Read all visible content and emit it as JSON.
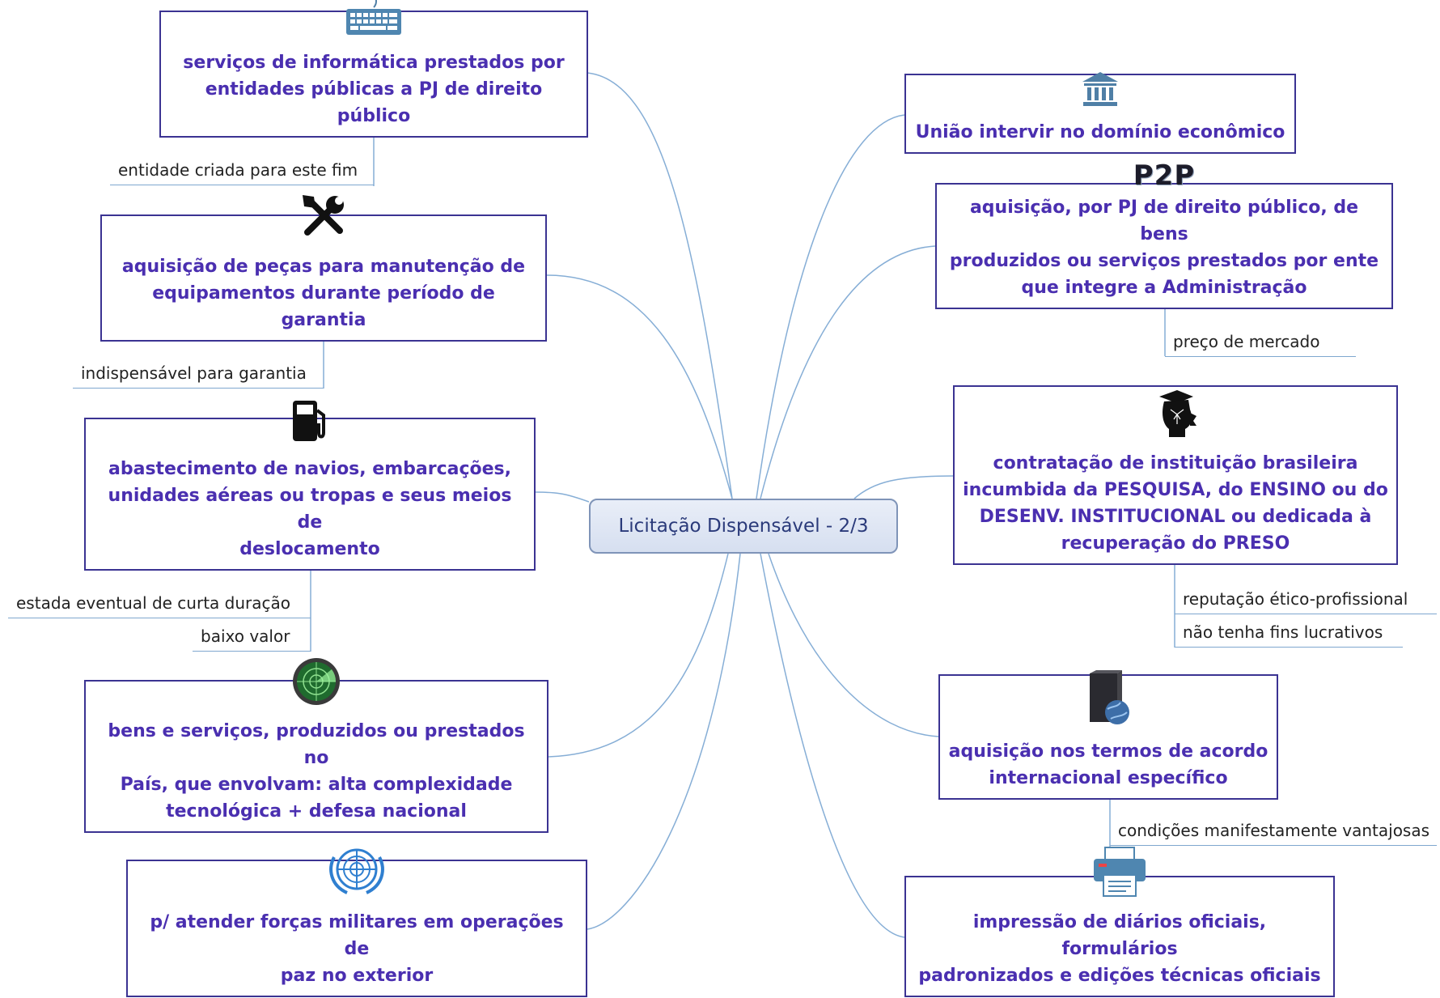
{
  "central": {
    "label": "Licitação Dispensável - 2/3"
  },
  "topics": {
    "informatica": {
      "icon": "keyboard-icon",
      "label": "serviços de informática prestados por\nentidades públicas a PJ de direito público",
      "subs": [
        "entidade criada para este fim"
      ]
    },
    "pecas": {
      "icon": "tools-icon",
      "label": "aquisição de peças para manutenção de\nequipamentos durante período de garantia",
      "subs": [
        "indispensável para garantia"
      ]
    },
    "abastecimento": {
      "icon": "fuel-pump-icon",
      "label": "abastecimento de navios, embarcações,\nunidades aéreas ou tropas e seus meios de\ndeslocamento",
      "subs": [
        "estada eventual de curta duração",
        "baixo valor"
      ]
    },
    "defesa": {
      "icon": "radar-icon",
      "label": "bens e serviços, produzidos ou prestados no\nPaís, que envolvam: alta complexidade\ntecnológica + defesa nacional",
      "subs": []
    },
    "paz": {
      "icon": "un-emblem-icon",
      "label": "p/ atender forças militares em operações de\npaz no exterior",
      "subs": []
    },
    "uniao": {
      "icon": "bank-icon",
      "label": "União intervir no domínio econômico",
      "subs": []
    },
    "p2p": {
      "icon": "p2p-icon",
      "icon_text": "P2P",
      "label": "aquisição, por PJ de direito público, de bens\nproduzidos ou serviços prestados por ente\nque integre a Administração",
      "subs": [
        "preço de mercado"
      ]
    },
    "pesquisa": {
      "icon": "graduate-head-icon",
      "label": "contratação de instituição brasileira\nincumbida da PESQUISA, do ENSINO ou do\nDESENV. INSTITUCIONAL ou dedicada à\nrecuperação do PRESO",
      "subs": [
        "reputação ético-profissional",
        "não tenha fins lucrativos"
      ]
    },
    "acordo": {
      "icon": "globe-document-icon",
      "label": "aquisição nos termos de acordo\ninternacional específico",
      "subs": [
        "condições manifestamente vantajosas"
      ]
    },
    "impressao": {
      "icon": "printer-icon",
      "label": "impressão de diários oficiais, formulários\npadronizados e edições técnicas oficiais",
      "subs": []
    }
  },
  "colors": {
    "topic_text": "#4a2fb0",
    "topic_border": "#3b3392",
    "connector": "#86aed6",
    "central_fill": "#dfe6f4"
  }
}
